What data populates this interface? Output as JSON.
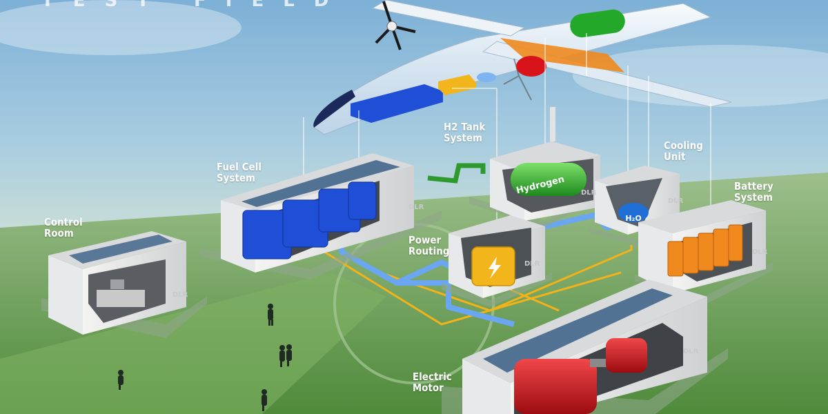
{
  "header": {
    "title_fragment": "TEST FIELD"
  },
  "labels": {
    "control_room": "Control\nRoom",
    "fuel_cell": "Fuel Cell\nSystem",
    "h2_tank": "H2 Tank\nSystem",
    "cooling": "Cooling\nUnit",
    "battery": "Battery\nSystem",
    "power_routing": "Power\nRouting",
    "electric_motor": "Electric\nMotor"
  },
  "tags": {
    "hydrogen": "Hydrogen",
    "water": "H₂O",
    "logo": "DLR"
  },
  "colors": {
    "fuel_cell": "#1f4fd6",
    "hydrogen": "#2fb52a",
    "battery": "#f08a1e",
    "power_box": "#f2b51c",
    "motor": "#d8141a",
    "coolant_pipe": "#6aa6f2",
    "power_line": "#f3b21a",
    "h2_pipe": "#2e9a2e"
  },
  "icons": [
    "dlr-logo-icon",
    "lightning-icon",
    "airplane",
    "person-figure"
  ]
}
